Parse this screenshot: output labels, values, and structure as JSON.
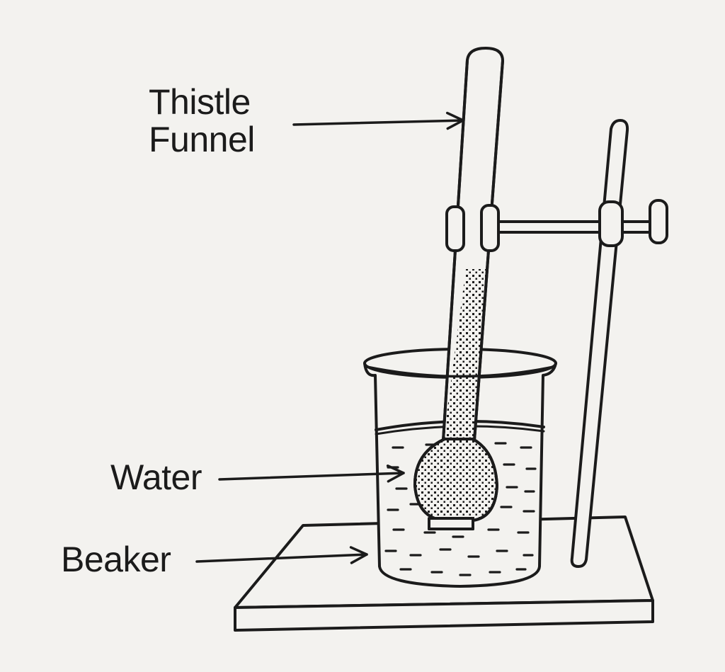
{
  "diagram": {
    "labels": {
      "thistle_funnel": [
        "Thistle",
        "Funnel"
      ],
      "water": "Water",
      "beaker": "Beaker"
    },
    "colors": {
      "background": "#f3f2ef",
      "ink": "#1b1b1b"
    }
  }
}
